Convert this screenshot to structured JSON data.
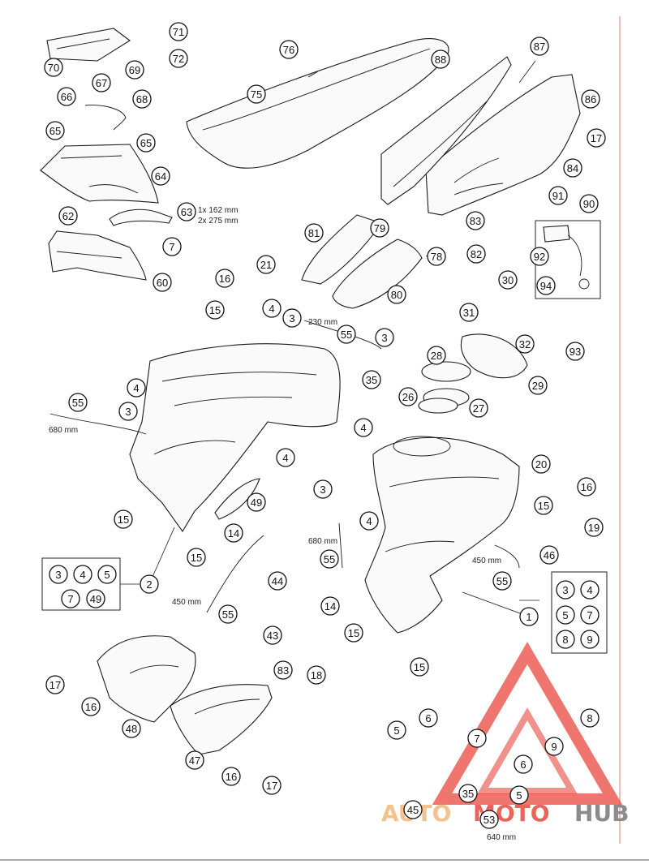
{
  "diagram": {
    "callouts": [
      "1",
      "2",
      "3",
      "4",
      "5",
      "6",
      "7",
      "8",
      "9",
      "14",
      "15",
      "16",
      "17",
      "18",
      "19",
      "20",
      "21",
      "26",
      "27",
      "28",
      "29",
      "30",
      "31",
      "32",
      "35",
      "43",
      "44",
      "45",
      "46",
      "47",
      "48",
      "49",
      "53",
      "55",
      "60",
      "62",
      "63",
      "64",
      "65",
      "66",
      "67",
      "68",
      "69",
      "70",
      "71",
      "72",
      "75",
      "76",
      "78",
      "79",
      "80",
      "81",
      "82",
      "83",
      "84",
      "86",
      "87",
      "88",
      "90",
      "91",
      "92",
      "93",
      "94"
    ],
    "annotations": {
      "hose_230": "230 mm",
      "hose_680_left": "680 mm",
      "hose_680_center": "680 mm",
      "hose_450_left": "450 mm",
      "hose_450_right": "450 mm",
      "hose_640": "640 mm",
      "strip_1": "1x 162 mm",
      "strip_2": "2x 275 mm"
    },
    "kit_box_left": [
      "3",
      "4",
      "5",
      "7",
      "49"
    ],
    "kit_box_right": [
      "3",
      "4",
      "5",
      "7",
      "8",
      "9"
    ]
  },
  "watermark": {
    "text_a": "AUTO",
    "text_b": "MOTO",
    "text_c": "HUB",
    "color_primary": "#e8483f",
    "color_secondary": "#f3b97a",
    "color_dark": "#8c8c8c"
  }
}
